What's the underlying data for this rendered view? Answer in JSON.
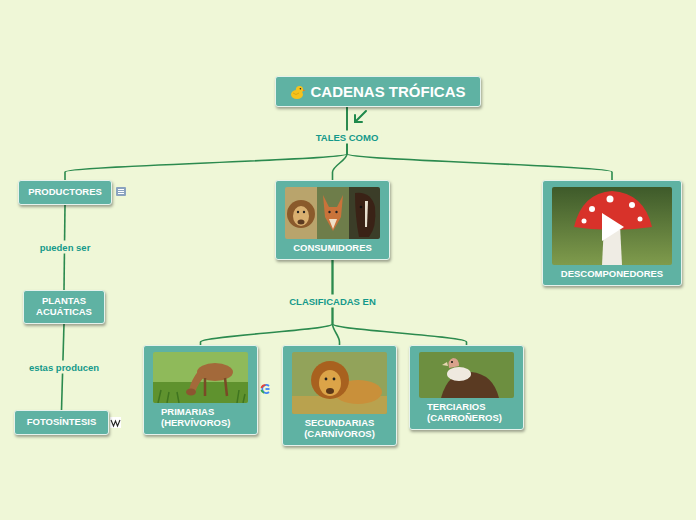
{
  "diagram": {
    "nodes": [
      {
        "text": [
          "CADENAS TRÓFICAS"
        ]
      },
      {
        "text": [
          "PRODUCTORES"
        ]
      },
      {
        "text": [
          "CONSUMIDORES"
        ]
      },
      {
        "text": [
          "DESCOMPONEDORES"
        ]
      },
      {
        "text": [
          "PLANTAS ACUÁTICAS"
        ]
      },
      {
        "text": [
          "FOTOSÍNTESIS"
        ]
      },
      {
        "text": [
          "PRIMARIAS (HERVÍVOROS)"
        ]
      },
      {
        "text": [
          "SECUNDARIAS (CARNÍVOROS)"
        ]
      },
      {
        "text": [
          "TERCIARIOS (CARROÑEROS)"
        ]
      }
    ],
    "edges": [
      {
        "from": 0,
        "to": 1,
        "arrow": "none"
      },
      {
        "from": 0,
        "to": 2,
        "label": "TALES COMO",
        "arrow": "none"
      },
      {
        "from": 0,
        "to": 3,
        "arrow": "none"
      },
      {
        "from": 1,
        "to": 4,
        "label": "pueden ser",
        "arrow": "none"
      },
      {
        "from": 4,
        "to": 5,
        "label": "estas producen",
        "arrow": "none"
      },
      {
        "from": 2,
        "to": 6,
        "arrow": "none"
      },
      {
        "from": 2,
        "to": 7,
        "label": "CLASIFICADAS EN",
        "arrow": "none"
      },
      {
        "from": 2,
        "to": 8,
        "arrow": "none"
      }
    ]
  }
}
